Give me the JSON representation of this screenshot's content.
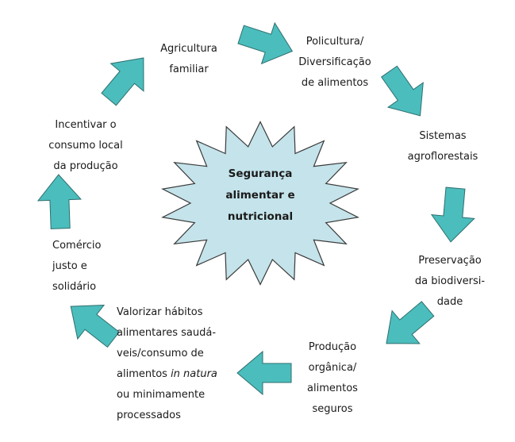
{
  "diagram": {
    "center": {
      "lines": [
        "Segurança",
        "alimentar e",
        "nutricional"
      ]
    },
    "nodes": [
      {
        "id": "agricultura",
        "lines": [
          "Agricultura",
          "familiar"
        ]
      },
      {
        "id": "policultura",
        "lines": [
          "Policultura/",
          "Diversificação",
          "de alimentos"
        ]
      },
      {
        "id": "sistemas",
        "lines": [
          "Sistemas",
          "agroflorestais"
        ]
      },
      {
        "id": "preservacao",
        "lines": [
          "Preservação",
          "da biodiversi-",
          "dade"
        ]
      },
      {
        "id": "producao",
        "lines": [
          "Produção",
          "orgânica/",
          "alimentos",
          "seguros"
        ]
      },
      {
        "id": "valorizar",
        "lines": [
          "Valorizar hábitos",
          "alimentares saudá-",
          "veis/consumo de",
          "alimentos",
          "in natura",
          "ou minimamente",
          "processados"
        ]
      },
      {
        "id": "comercio",
        "lines": [
          "Comércio",
          "justo e",
          "solidário"
        ]
      },
      {
        "id": "incentivar",
        "lines": [
          "Incentivar o",
          "consumo local",
          "da produção"
        ]
      }
    ],
    "colors": {
      "arrow_fill": "#4bbdbd",
      "arrow_stroke": "#2f6f6f",
      "star_fill": "#c4e3ea",
      "star_stroke": "#3a3a3a"
    }
  }
}
